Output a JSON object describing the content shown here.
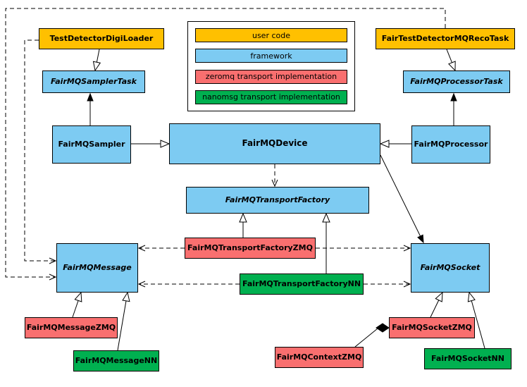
{
  "palette": {
    "user_code": "#ffc000",
    "framework": "#7dcbf2",
    "zeromq": "#f96f6f",
    "nanomsg": "#00b050",
    "line": "#000000",
    "background": "#ffffff"
  },
  "legend": {
    "items": [
      {
        "label": "user code",
        "color": "#ffc000"
      },
      {
        "label": "framework",
        "color": "#7dcbf2"
      },
      {
        "label": "zeromq transport implementation",
        "color": "#f96f6f"
      },
      {
        "label": "nanomsg transport implementation",
        "color": "#00b050"
      }
    ]
  },
  "nodes": {
    "testDetectorDigiLoader": {
      "label": "TestDetectorDigiLoader",
      "category": "user code",
      "abstract": false
    },
    "fairTestDetectorMQRecoTask": {
      "label": "FairTestDetectorMQRecoTask",
      "category": "user code",
      "abstract": false
    },
    "fairMQSamplerTask": {
      "label": "FairMQSamplerTask",
      "category": "framework",
      "abstract": true
    },
    "fairMQProcessorTask": {
      "label": "FairMQProcessorTask",
      "category": "framework",
      "abstract": true
    },
    "fairMQSampler": {
      "label": "FairMQSampler",
      "category": "framework",
      "abstract": false
    },
    "fairMQDevice": {
      "label": "FairMQDevice",
      "category": "framework",
      "abstract": false
    },
    "fairMQProcessor": {
      "label": "FairMQProcessor",
      "category": "framework",
      "abstract": false
    },
    "fairMQTransportFactory": {
      "label": "FairMQTransportFactory",
      "category": "framework",
      "abstract": true
    },
    "fairMQTransportFactoryZMQ": {
      "label": "FairMQTransportFactoryZMQ",
      "category": "zeromq",
      "abstract": false
    },
    "fairMQTransportFactoryNN": {
      "label": "FairMQTransportFactoryNN",
      "category": "nanomsg",
      "abstract": false
    },
    "fairMQMessage": {
      "label": "FairMQMessage",
      "category": "framework",
      "abstract": true
    },
    "fairMQSocket": {
      "label": "FairMQSocket",
      "category": "framework",
      "abstract": true
    },
    "fairMQMessageZMQ": {
      "label": "FairMQMessageZMQ",
      "category": "zeromq",
      "abstract": false
    },
    "fairMQMessageNN": {
      "label": "FairMQMessageNN",
      "category": "nanomsg",
      "abstract": false
    },
    "fairMQContextZMQ": {
      "label": "FairMQContextZMQ",
      "category": "zeromq",
      "abstract": false
    },
    "fairMQSocketZMQ": {
      "label": "FairMQSocketZMQ",
      "category": "zeromq",
      "abstract": false
    },
    "fairMQSocketNN": {
      "label": "FairMQSocketNN",
      "category": "nanomsg",
      "abstract": false
    }
  },
  "edges": [
    {
      "from": "TestDetectorDigiLoader",
      "to": "FairMQSamplerTask",
      "type": "inheritance"
    },
    {
      "from": "FairMQSampler",
      "to": "FairMQSamplerTask",
      "type": "association"
    },
    {
      "from": "FairTestDetectorMQRecoTask",
      "to": "FairMQProcessorTask",
      "type": "inheritance"
    },
    {
      "from": "FairMQProcessor",
      "to": "FairMQProcessorTask",
      "type": "association"
    },
    {
      "from": "FairMQSampler",
      "to": "FairMQDevice",
      "type": "inheritance"
    },
    {
      "from": "FairMQProcessor",
      "to": "FairMQDevice",
      "type": "inheritance"
    },
    {
      "from": "FairMQDevice",
      "to": "FairMQTransportFactory",
      "type": "dependency"
    },
    {
      "from": "FairMQDevice",
      "to": "FairMQSocket",
      "type": "association"
    },
    {
      "from": "FairMQTransportFactoryZMQ",
      "to": "FairMQTransportFactory",
      "type": "inheritance"
    },
    {
      "from": "FairMQTransportFactoryNN",
      "to": "FairMQTransportFactory",
      "type": "inheritance"
    },
    {
      "from": "FairMQTransportFactoryZMQ",
      "to": "FairMQMessage",
      "type": "dependency"
    },
    {
      "from": "FairMQTransportFactoryZMQ",
      "to": "FairMQSocket",
      "type": "dependency"
    },
    {
      "from": "FairMQTransportFactoryNN",
      "to": "FairMQMessage",
      "type": "dependency"
    },
    {
      "from": "FairMQTransportFactoryNN",
      "to": "FairMQSocket",
      "type": "dependency"
    },
    {
      "from": "FairMQMessageZMQ",
      "to": "FairMQMessage",
      "type": "inheritance"
    },
    {
      "from": "FairMQMessageNN",
      "to": "FairMQMessage",
      "type": "inheritance"
    },
    {
      "from": "FairMQSocketZMQ",
      "to": "FairMQSocket",
      "type": "inheritance"
    },
    {
      "from": "FairMQSocketNN",
      "to": "FairMQSocket",
      "type": "inheritance"
    },
    {
      "from": "FairMQContextZMQ",
      "to": "FairMQSocketZMQ",
      "type": "composition"
    },
    {
      "from": "TestDetectorDigiLoader",
      "to": "FairMQMessage",
      "type": "dependency"
    },
    {
      "from": "FairTestDetectorMQRecoTask",
      "to": "FairMQMessage",
      "type": "dependency"
    }
  ]
}
